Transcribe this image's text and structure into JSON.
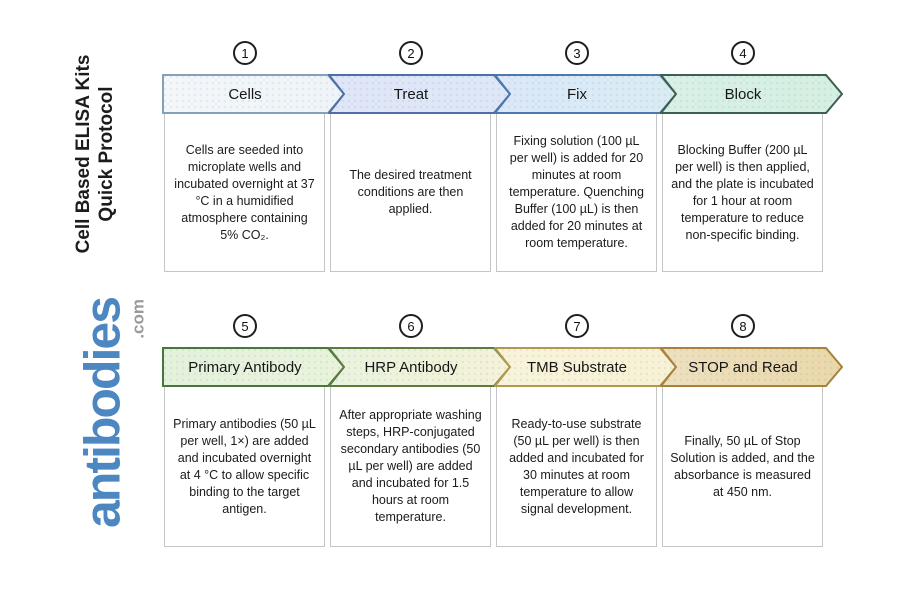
{
  "branding": {
    "title_line1": "Cell Based ELISA Kits",
    "title_line2": "Quick Protocol",
    "logo_text": "antibodies",
    "logo_tld": ".com",
    "logo_color": "#4d87c2",
    "logo_tld_color": "#9a9a9a"
  },
  "colors": {
    "circle_border": "#1e1e1e",
    "box_border": "#c3c6c9",
    "text": "#1b1b1b"
  },
  "steps": [
    {
      "number": "1",
      "label": "Cells",
      "description": "Cells are seeded into microplate wells and incubated overnight at 37 °C in a humidified atmosphere containing 5% CO₂.",
      "color_start": "#f3f7fa",
      "color_end": "#eef4f8",
      "border": "#85a0ba"
    },
    {
      "number": "2",
      "label": "Treat",
      "description": "The desired treatment conditions are then applied.",
      "color_start": "#dfe6f7",
      "color_end": "#dde7f8",
      "border": "#4c6fa6"
    },
    {
      "number": "3",
      "label": "Fix",
      "description": "Fixing solution (100 µL per well) is added for 20 minutes at room temperature. Quenching Buffer (100 µL) is then added for 20 minutes at room temperature.",
      "color_start": "#dbe8f8",
      "color_end": "#d9ecf4",
      "border": "#4c78ab"
    },
    {
      "number": "4",
      "label": "Block",
      "description": "Blocking Buffer (200 µL per well) is then applied, and the plate is incubated for 1 hour at room temperature to reduce non-specific binding.",
      "color_start": "#d8f0e6",
      "color_end": "#d5efe2",
      "border": "#3e5f50"
    },
    {
      "number": "5",
      "label": "Primary Antibody",
      "description": "Primary antibodies (50 µL per well, 1×) are added and incubated overnight at 4 °C to allow specific binding to the target antigen.",
      "color_start": "#e3f2dd",
      "color_end": "#e9f3db",
      "border": "#46783d"
    },
    {
      "number": "6",
      "label": "HRP Antibody",
      "description": "After appropriate washing steps, HRP-conjugated secondary antibodies (50 µL per well) are added and incubated for 1.5 hours at room temperature.",
      "color_start": "#e9f3de",
      "color_end": "#f5f2d7",
      "border": "#5d7a41"
    },
    {
      "number": "7",
      "label": "TMB Substrate",
      "description": "Ready-to-use substrate (50 µL per well) is then added and incubated for 30 minutes at room temperature to allow signal development.",
      "color_start": "#f8f4db",
      "color_end": "#f7f2d5",
      "border": "#b3994e"
    },
    {
      "number": "8",
      "label": "STOP and Read",
      "description": "Finally, 50 µL of Stop Solution is added, and the absorbance is measured at 450 nm.",
      "color_start": "#eee0bf",
      "color_end": "#e9d8aa",
      "border": "#a6823c"
    }
  ]
}
